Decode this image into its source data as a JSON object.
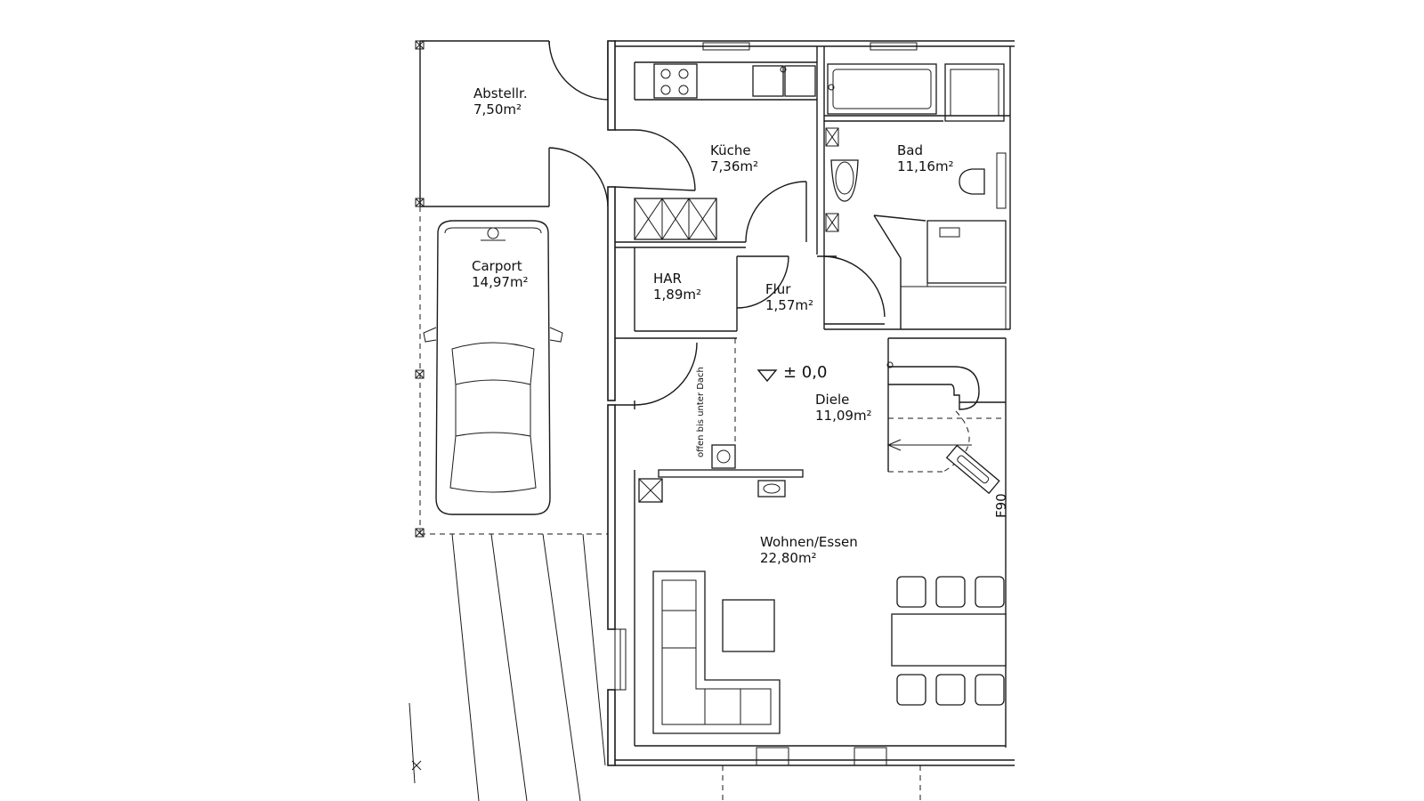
{
  "rooms": [
    {
      "id": "abstellraum",
      "name": "Abstellr.",
      "area": "7,50m²"
    },
    {
      "id": "kueche",
      "name": "Küche",
      "area": "7,36m²"
    },
    {
      "id": "bad",
      "name": "Bad",
      "area": "11,16m²"
    },
    {
      "id": "carport",
      "name": "Carport",
      "area": "14,97m²"
    },
    {
      "id": "har",
      "name": "HAR",
      "area": "1,89m²"
    },
    {
      "id": "flur",
      "name": "Flur",
      "area": "1,57m²"
    },
    {
      "id": "diele",
      "name": "Diele",
      "area": "11,09m²"
    },
    {
      "id": "wohnen",
      "name": "Wohnen/Essen",
      "area": "22,80m²"
    }
  ],
  "annotations": {
    "level_marker": "± 0,0",
    "open_note": "offen bis unter Dach",
    "fire_rating": "F90"
  }
}
